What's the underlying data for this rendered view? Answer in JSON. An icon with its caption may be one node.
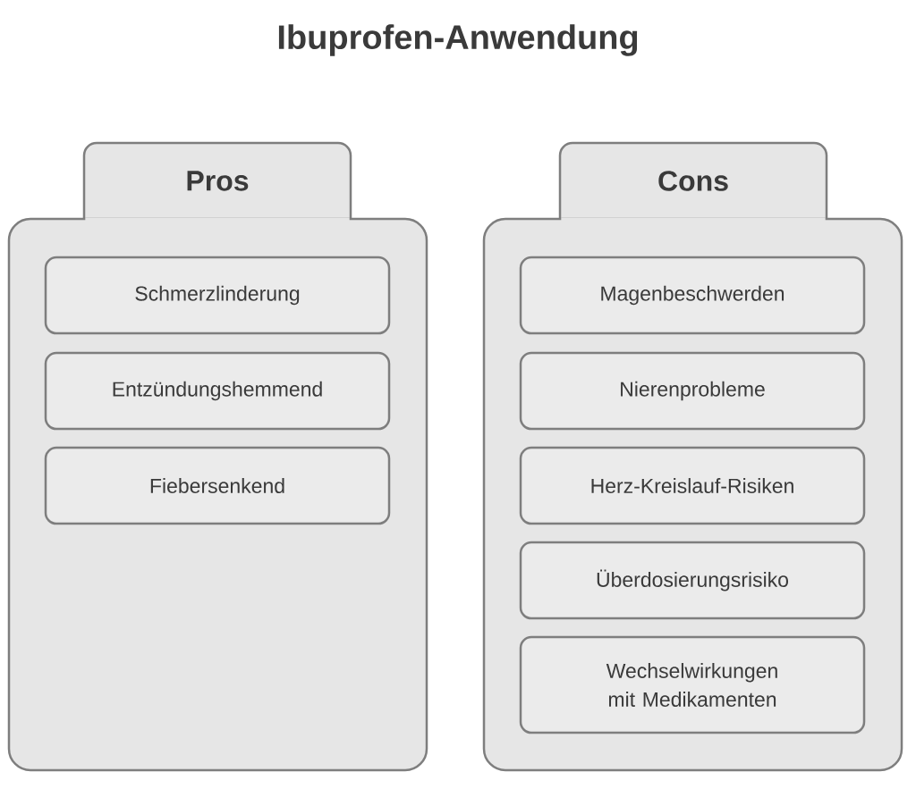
{
  "diagram": {
    "title": "Ibuprofen-Anwendung",
    "nodes": [
      {
        "text": [
          "Pros"
        ]
      },
      {
        "text": [
          "Schmerzlinderung"
        ],
        "in": 0
      },
      {
        "text": [
          "Entzündungshemmend"
        ],
        "in": 0
      },
      {
        "text": [
          "Fiebersenkend"
        ],
        "in": 0
      },
      {
        "text": [
          "Cons"
        ]
      },
      {
        "text": [
          "Magenbeschwerden"
        ],
        "in": 4
      },
      {
        "text": [
          "Nierenprobleme"
        ],
        "in": 4
      },
      {
        "text": [
          "Herz-Kreislauf-Risiken"
        ],
        "in": 4
      },
      {
        "text": [
          "Überdosierungsrisiko"
        ],
        "in": 4
      },
      {
        "text": [
          "Wechselwirkungen mit Medikamenten"
        ],
        "in": 4
      }
    ]
  }
}
